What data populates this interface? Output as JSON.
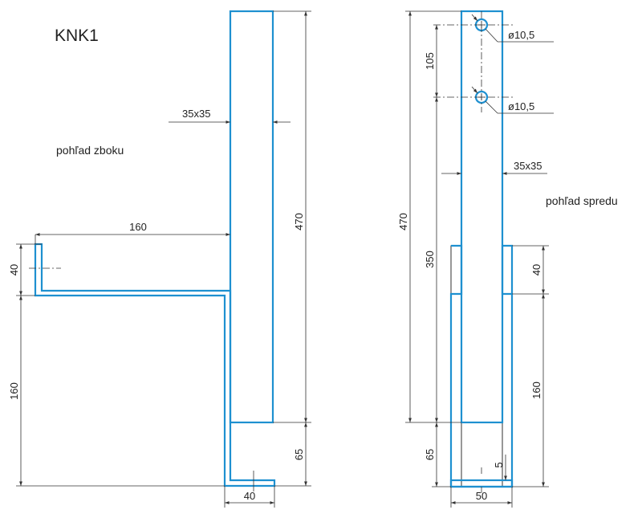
{
  "title": "KNK1",
  "views": {
    "side_label": "pohľad zboku",
    "front_label": "pohľad spredu"
  },
  "side_dims": {
    "profile": "35x35",
    "height_total": "470",
    "arm_length": "160",
    "arm_tip_height": "40",
    "lower_height": "160",
    "bottom_height": "65",
    "foot_width": "40"
  },
  "front_dims": {
    "hole_top": "ø10,5",
    "hole_bottom": "ø10,5",
    "hole_spacing": "105",
    "profile": "35x35",
    "height_total": "470",
    "height_350": "350",
    "bottom_height": "65",
    "plate_40": "40",
    "lower_160": "160",
    "plate_thickness": "5",
    "base_width": "50"
  },
  "colors": {
    "part": "#1e90d0",
    "lines": "#333333"
  }
}
